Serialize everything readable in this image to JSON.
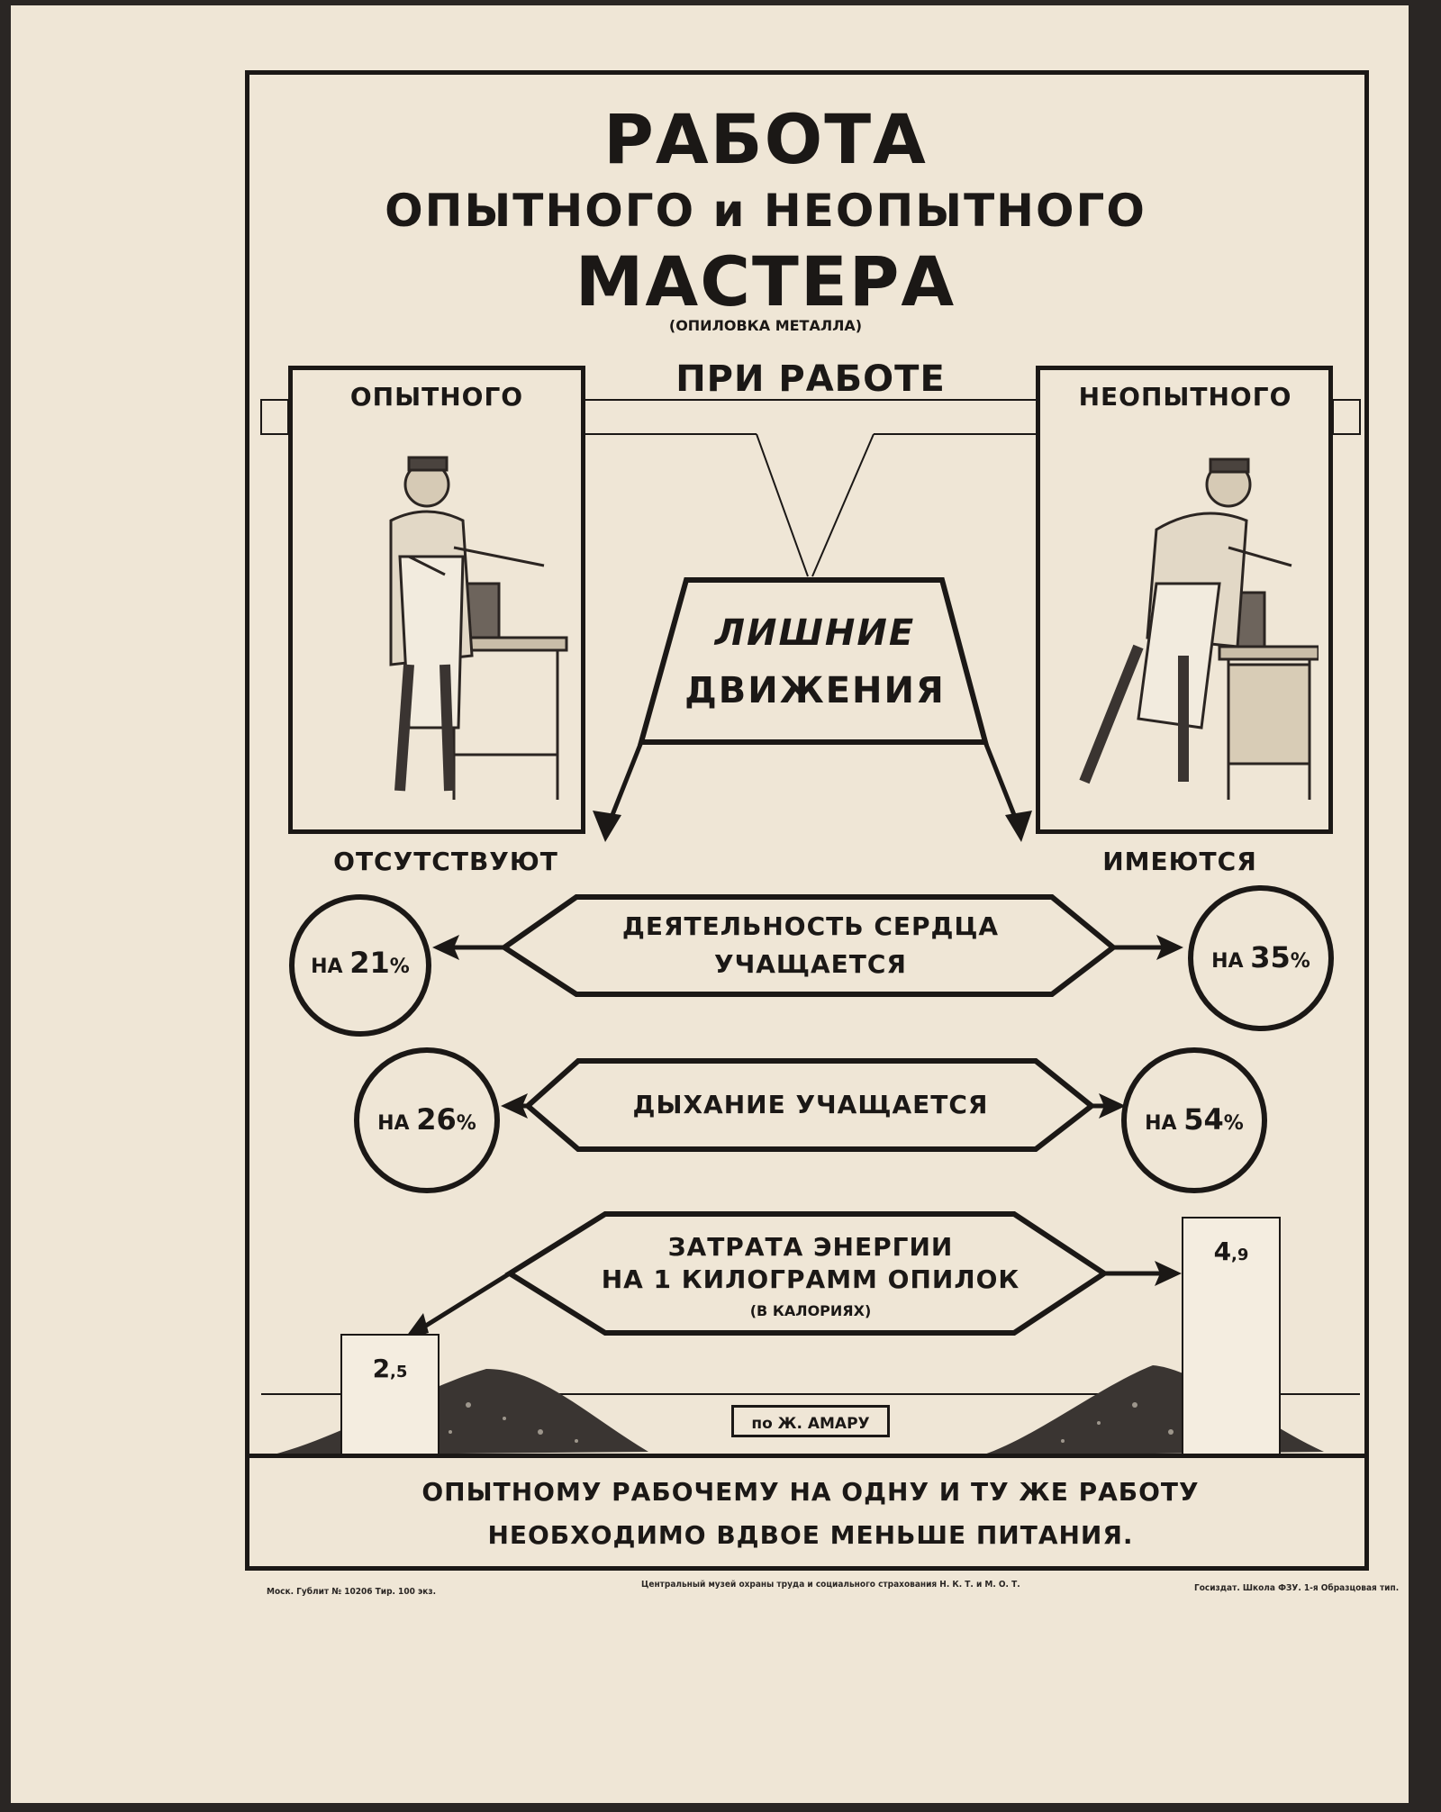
{
  "title": {
    "line1": "РАБОТА",
    "line2": "ОПЫТНОГО и НЕОПЫТНОГО",
    "line3": "МАСТЕРА",
    "subtitle": "(ОПИЛОВКА МЕТАЛЛА)"
  },
  "header": {
    "during_work": "ПРИ РАБОТЕ",
    "experienced": "ОПЫТНОГО",
    "inexperienced": "НЕОПЫТНОГО"
  },
  "center": {
    "extra_moves_1": "ЛИШНИЕ",
    "extra_moves_2": "ДВИЖЕНИЯ",
    "absent": "ОТСУТСТВУЮТ",
    "present": "ИМЕЮТСЯ"
  },
  "rows": {
    "heart_1": "ДЕЯТЕЛЬНОСТЬ СЕРДЦА",
    "heart_2": "УЧАЩАЕТСЯ",
    "heart_left_prefix": "НА",
    "heart_left_value": "21",
    "heart_right_prefix": "НА",
    "heart_right_value": "35",
    "breath": "ДЫХАНИЕ УЧАЩАЕТСЯ",
    "breath_left_prefix": "НА",
    "breath_left_value": "26",
    "breath_right_prefix": "НА",
    "breath_right_value": "54",
    "percent_sign": "%",
    "energy_1": "ЗАТРАТА ЭНЕРГИИ",
    "energy_2": "НА 1 КИЛОГРАММ ОПИЛОК",
    "energy_3": "(В КАЛОРИЯХ)",
    "energy_left_int": "2",
    "energy_left_dec": ",5",
    "energy_right_int": "4",
    "energy_right_dec": ",9",
    "source": "по Ж. АМАРУ"
  },
  "energy_bars": {
    "left": 2.5,
    "right": 4.9
  },
  "footer": {
    "line1": "ОПЫТНОМУ РАБОЧЕМУ НА ОДНУ И ТУ ЖЕ РАБОТУ",
    "line2": "НЕОБХОДИМО ВДВОЕ МЕНЬШЕ ПИТАНИЯ."
  },
  "imprint": {
    "left": "Моск. Гублит № 10206 Тир. 100 экз.",
    "center": "Центральный музей охраны труда и социального страхования Н. К. Т. и М. О. Т.",
    "right": "Госиздат. Школа ФЗУ. 1-я Образцовая тип."
  },
  "colors": {
    "paper": "#efe6d6",
    "ink": "#1b1816",
    "background": "#2a2624"
  }
}
